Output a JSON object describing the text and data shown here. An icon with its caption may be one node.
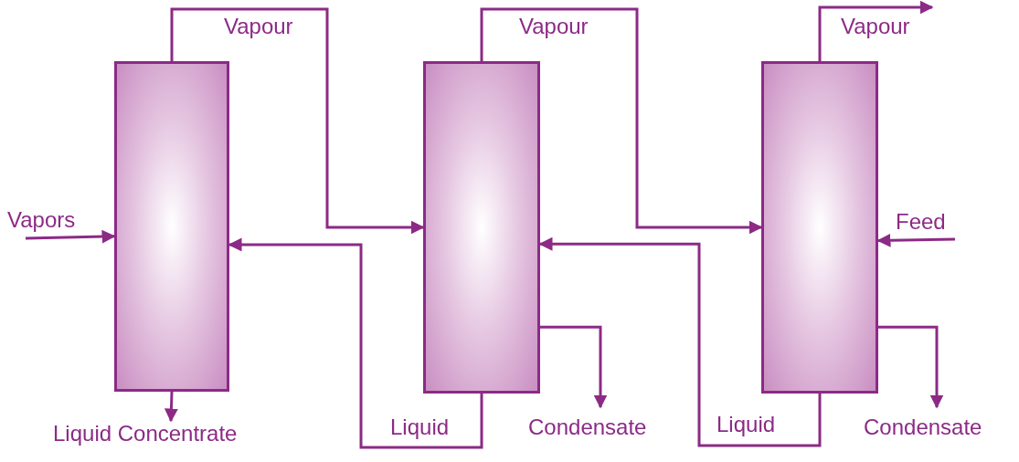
{
  "diagram": {
    "nodes": [
      {
        "text": [],
        "shape": "box"
      },
      {
        "text": [],
        "shape": "box"
      },
      {
        "text": [],
        "shape": "box"
      }
    ],
    "edges": [
      {
        "from": 0,
        "to": 1,
        "arrow": "to",
        "label": "Vapour"
      },
      {
        "from": 1,
        "to": 2,
        "arrow": "to",
        "label": "Vapour"
      },
      {
        "from": 2,
        "to": null,
        "arrow": "to",
        "label": "Vapour"
      },
      {
        "from": null,
        "to": 0,
        "arrow": "to",
        "label": "Vapors"
      },
      {
        "from": null,
        "to": 2,
        "arrow": "to",
        "label": "Feed"
      },
      {
        "from": 0,
        "to": null,
        "arrow": "to",
        "label": "Liquid Concentrate"
      },
      {
        "from": 1,
        "to": 0,
        "arrow": "to",
        "label": "Liquid"
      },
      {
        "from": 2,
        "to": 1,
        "arrow": "to",
        "label": "Liquid"
      },
      {
        "from": 1,
        "to": null,
        "arrow": "to",
        "label": "Condensate"
      },
      {
        "from": 2,
        "to": null,
        "arrow": "to",
        "label": "Condensate"
      }
    ]
  }
}
